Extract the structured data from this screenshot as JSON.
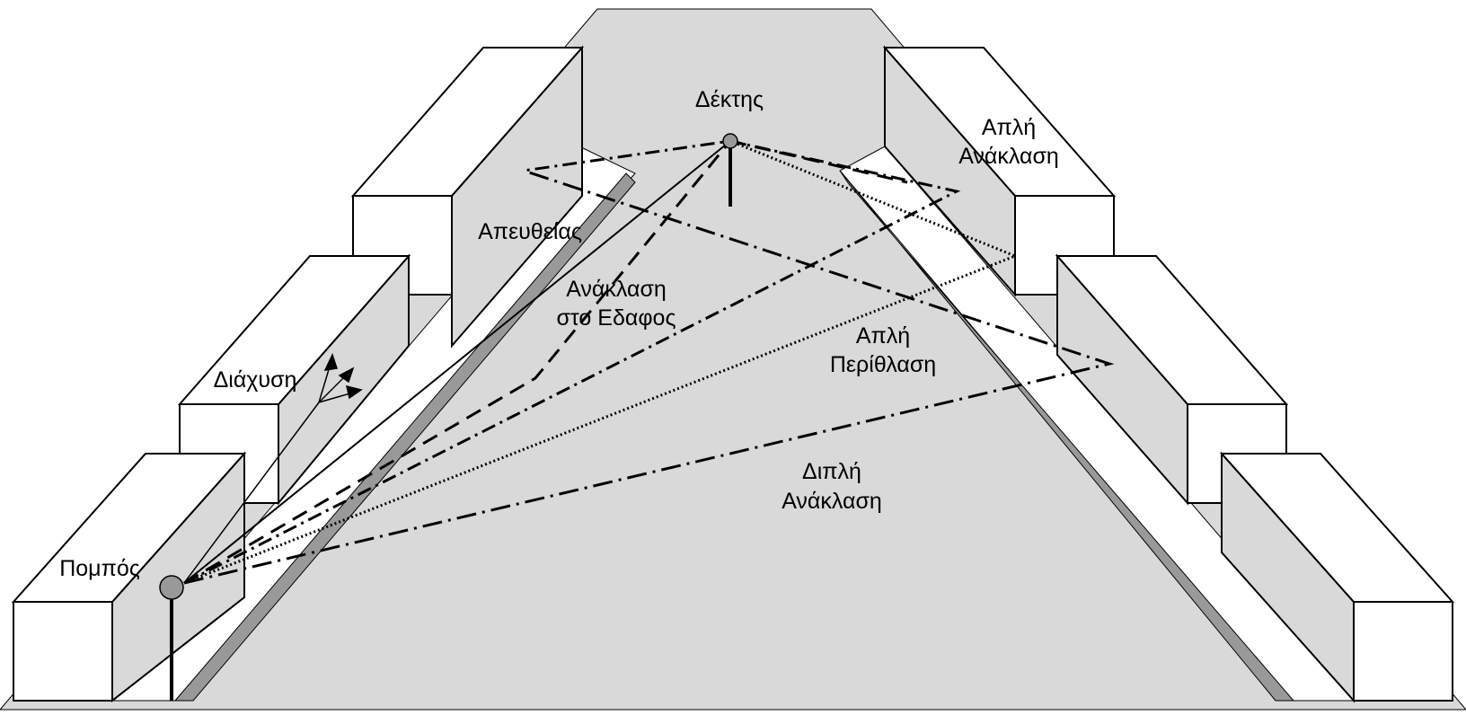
{
  "labels": {
    "receiver": "Δέκτης",
    "transmitter": "Πομπός",
    "direct": "Απευθείας",
    "ground_reflection_1": "Ανάκλαση",
    "ground_reflection_2": "στο Εδαφος",
    "scattering": "Διάχυση",
    "single_reflection_1": "Απλή",
    "single_reflection_2": "Ανάκλαση",
    "single_diffraction_1": "Απλή",
    "single_diffraction_2": "Περίθλαση",
    "double_reflection_1": "Διπλή",
    "double_reflection_2": "Ανάκλαση"
  },
  "colors": {
    "road": "#d9d9d9",
    "building_front": "#ffffff",
    "building_side": "#d9d9d9",
    "curb": "#999999",
    "sidewalk": "#ffffff",
    "ink": "#000000"
  }
}
